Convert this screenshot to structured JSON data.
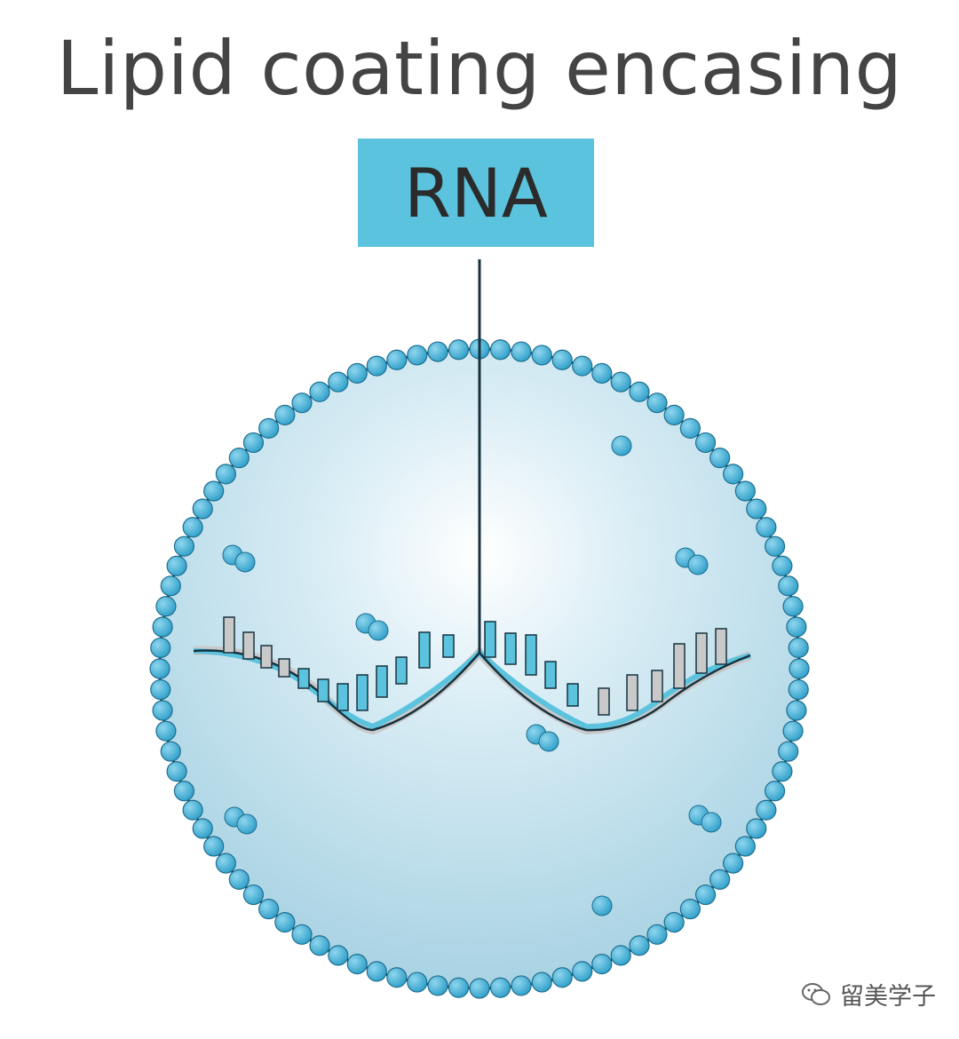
{
  "title": "Lipid coating encasing",
  "label": "RNA",
  "watermark": "留美学子",
  "colors": {
    "lipid_bead": "#4ab5d8",
    "lipid_bead_edge": "#1f6f8f",
    "outline": "#17323f",
    "rna_label_fill": "#5bc3dd",
    "rna_blue": "#5bc3dd",
    "rna_grey": "#c9c9c9",
    "text": "#444444"
  },
  "icons": [
    "lipid-nanoparticle",
    "rna-strand",
    "wechat-icon"
  ]
}
